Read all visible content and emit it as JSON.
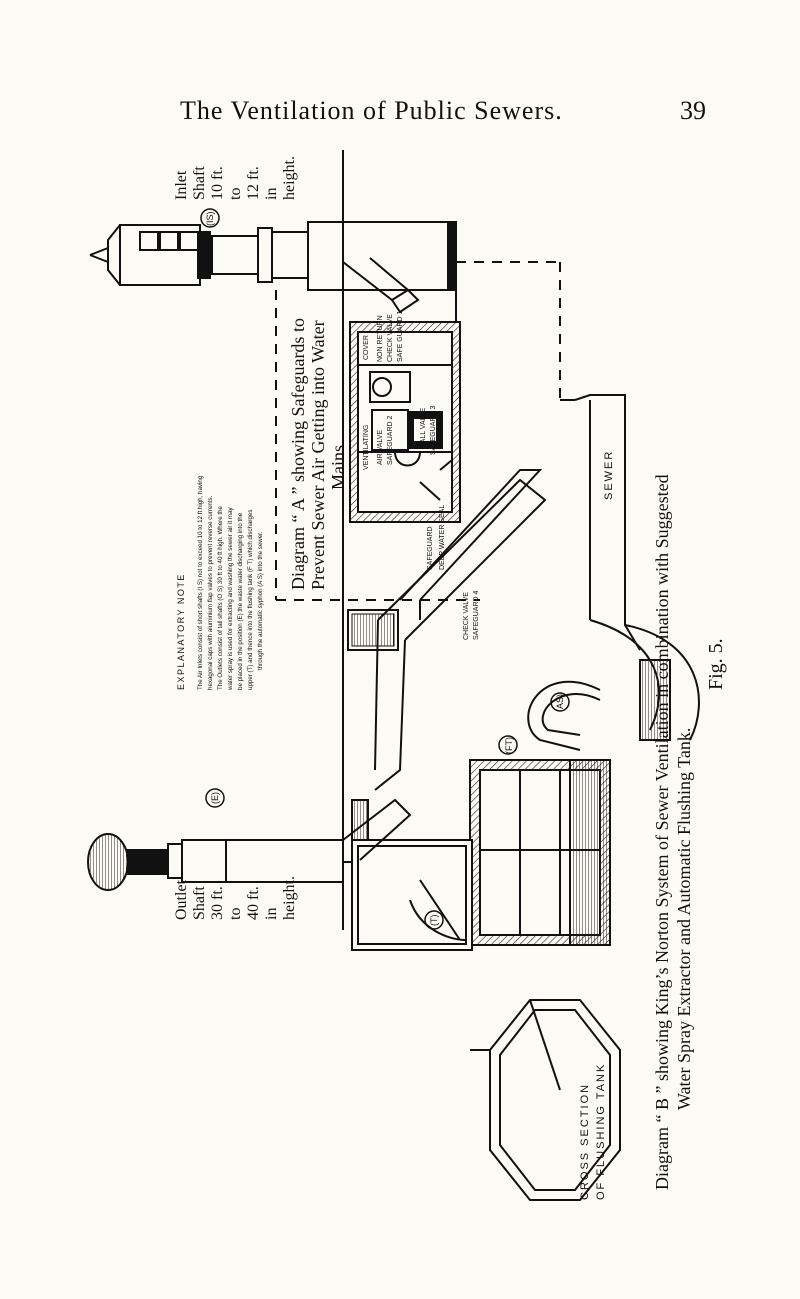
{
  "header": {
    "title": "The Ventilation of Public Sewers.",
    "page_number": "39"
  },
  "caption": {
    "line1": "Diagram “ B ” showing King’s Norton System of Sewer Ventilation in combination with Suggested",
    "line2": "Water Spray Extractor and Automatic Flushing Tank.",
    "figure": "Fig. 5."
  },
  "diagram_a_caption": {
    "line1": "Diagram “ A ” showing Safeguards to",
    "line2": "Prevent Sewer Air Getting into Water",
    "line3": "Mains."
  },
  "inlet_label": {
    "line1": "Inlet",
    "line2": "Shaft",
    "line3": "10 ft.",
    "line4": "to",
    "line5": "12 ft.",
    "line6": "in",
    "line7": "height."
  },
  "outlet_label": {
    "line1": "Outlet",
    "line2": "Shaft",
    "line3": "30 ft.",
    "line4": "to",
    "line5": "40 ft.",
    "line6": "in",
    "line7": "height."
  },
  "explanatory_note": {
    "heading": "EXPLANATORY NOTE",
    "lines": [
      "The Air Inlets consist of short shafts (I S) not to exceed 10 to 12 ft high, having",
      "hexagonal caps with aluminium flap valves to prevent reverse currents.",
      "The Outlets consist of tall shafts (O S) 30 ft to 40 ft high. Where the",
      "water spray is used for extracting and washing the sewer air it may",
      "be placed in the position (E) the waste water discharging into the",
      "upper (T) and thence into the flushing tank (F T) which discharges",
      "through the automatic syphon (A S) into the sewer."
    ]
  },
  "labels": {
    "is": "(IS)",
    "e": "(E)",
    "as": "(AS)",
    "ft": "(FT)",
    "t": "(T)",
    "sewer": "SEWER",
    "cover": "COVER",
    "ventilating": "VENTILATING",
    "non_return": "NON RETURN",
    "check_valve": "CHECK VALVE",
    "safe_guard_1": "SAFE GUARD 1",
    "air_valve": "AIR VALVE",
    "safe_guard_2": "SAFEGUARD 2",
    "ball_valve": "BALL VALVE",
    "safeguard_3": "SAFEGUARD 3",
    "safeguard": "SAFEGUARD",
    "deep_water_seal": "DEEP WATER SEAL",
    "check_valve_2": "CHECK VALVE",
    "safeguard_4": "SAFEGUARD 4",
    "cross_section": "CROSS SECTION",
    "of_flushing_tank": "OF FLUSHING TANK"
  }
}
